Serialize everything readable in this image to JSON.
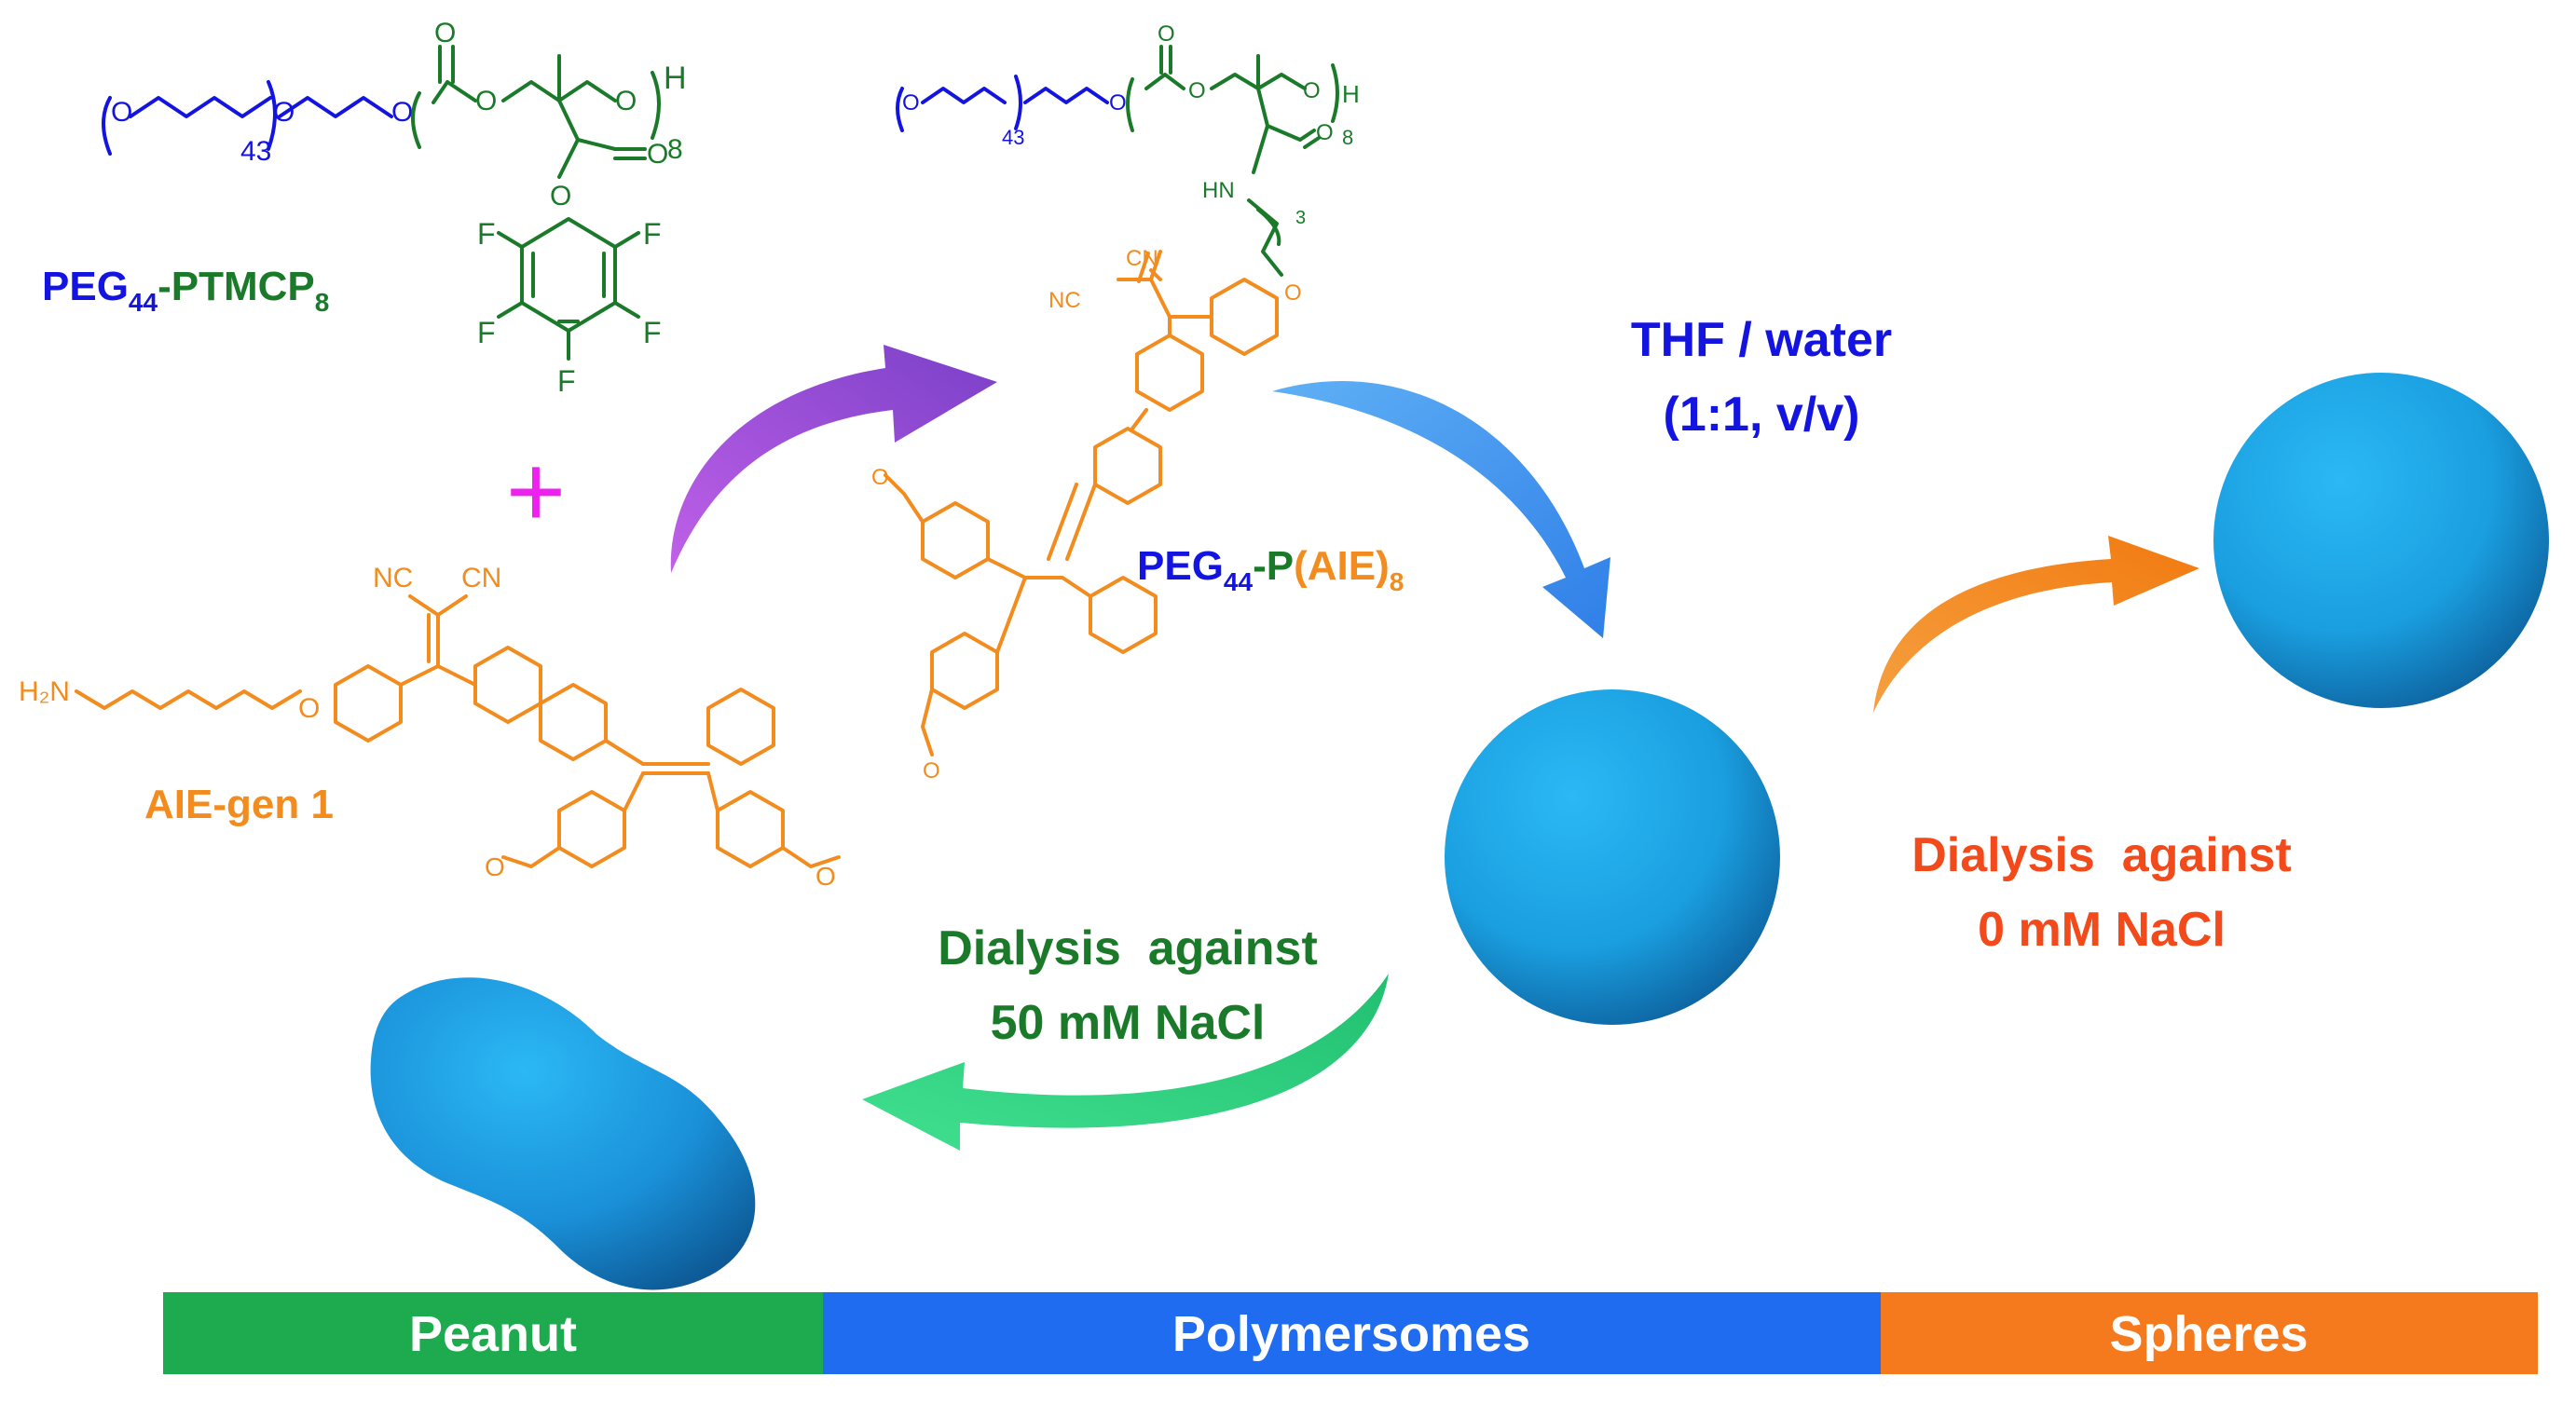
{
  "colors": {
    "blue_text": "#1414e0",
    "green_text": "#1a7a2a",
    "orange_text": "#f28c1e",
    "red_orange_text": "#f24a1a",
    "magenta": "#ee22ee",
    "bar_green": "#1eab50",
    "bar_blue": "#1f6cf0",
    "bar_orange": "#f57a1e",
    "particle_blue": "#1a9fe0"
  },
  "reagent": {
    "name_main": "PEG",
    "name_sub1": "44",
    "name_mid": "-PTMCP",
    "name_sub2": "8",
    "repeat_peg": "43",
    "repeat_tmc": "8",
    "end_group": "H",
    "fluorine": "F",
    "oxygen": "O"
  },
  "plus_sign": "+",
  "aie_gen": {
    "label": "AIE-gen 1",
    "amine": "H₂N",
    "nitrile": "CN",
    "nitrile_left": "NC",
    "oxygen": "O"
  },
  "product": {
    "name_main": "PEG",
    "name_sub1": "44",
    "name_mid": "-P",
    "name_paren": "(AIE)",
    "name_sub2": "8",
    "repeat_peg": "43",
    "repeat_tmc": "8",
    "end_group": "H",
    "amide": "HN",
    "spacer": "3",
    "nitrile": "CN",
    "nitrile_left": "NC",
    "oxygen": "O"
  },
  "step_selfassembly": {
    "line1": "THF / water",
    "line2": "(1:1, v/v)"
  },
  "step_spheres": {
    "line1": "Dialysis  against",
    "line2": "0 mM NaCl"
  },
  "step_peanut": {
    "line1": "Dialysis  against",
    "line2": "50 mM NaCl"
  },
  "bar": {
    "peanut": "Peanut",
    "polymersomes": "Polymersomes",
    "spheres": "Spheres"
  }
}
